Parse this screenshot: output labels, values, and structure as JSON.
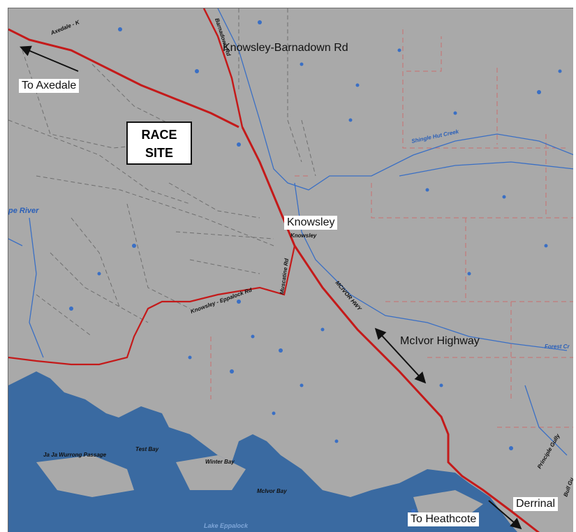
{
  "map": {
    "labels": {
      "race_site_line1": "RACE",
      "race_site_line2": "SITE",
      "to_axedale": "To Axedale",
      "knowsley_barnadown": "Knowsley-Barnadown Rd",
      "knowsley": "Knowsley",
      "mcivor_highway": "McIvor Highway",
      "derrinal": "Derrinal",
      "to_heathcote": "To Heathcote"
    },
    "base_map_labels": {
      "shingle_hut_creek": "Shingle Hut Creek",
      "river_left": "pe River",
      "knowsley_town": "Knowsley",
      "mcivor_hwy": "MCIVOR HWY",
      "knowsley_eppalock_rd": "Knowsley - Eppalock Rd",
      "muscatine_rd": "Muscatine Rd",
      "barnadown_road": "Barnadown Rd",
      "axedale_road": "Axedale - K",
      "ja_ja_wurrong": "Ja Ja Wurrong Passage",
      "test_bay": "Test Bay",
      "winter_bay": "Winter Bay",
      "mcivor_bay": "McIvor Bay",
      "lake_eppalock": "Lake Eppalock",
      "forest_creek": "Forest Cr",
      "principle_gully": "Principle Gully",
      "bull_gully": "Bull Gu"
    },
    "colors": {
      "land": "#a9a9a9",
      "water": "#3a6aa1",
      "road": "#c41a1a",
      "stream": "#3a6fc4",
      "track": "#6f6f6f",
      "boundary": "#c97070"
    }
  }
}
